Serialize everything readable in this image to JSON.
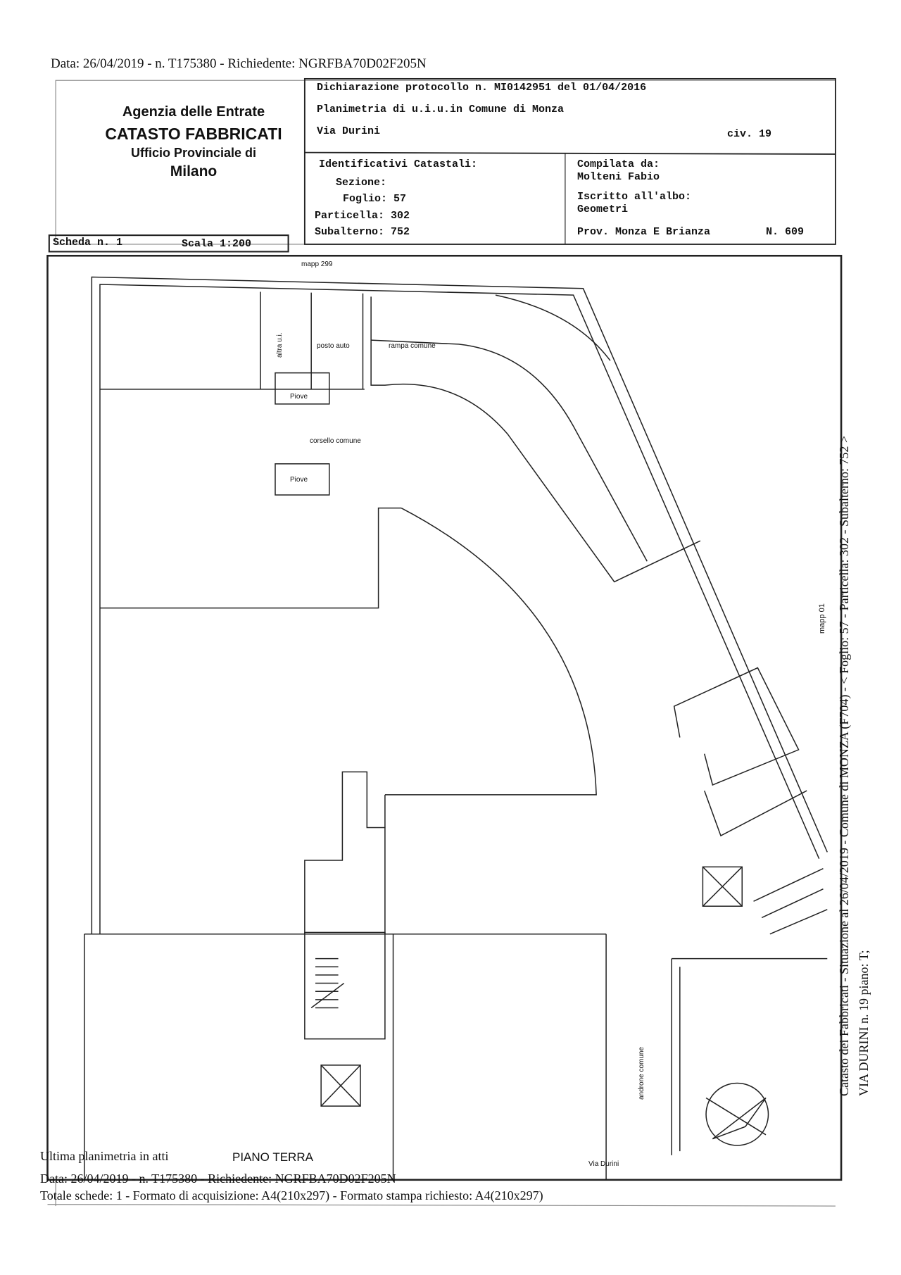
{
  "header_line": "Data: 26/04/2019 - n. T175380 - Richiedente: NGRFBA70D02F205N",
  "agency": {
    "l1": "Agenzia delle Entrate",
    "l2": "CATASTO FABBRICATI",
    "l3": "Ufficio Provinciale di",
    "l4": "Milano"
  },
  "declaration": {
    "protocol": "Dichiarazione protocollo n. MI0142951 del 01/04/2016",
    "plan": "Planimetria di u.i.u.in Comune di Monza",
    "street": "Via Durini",
    "civ": "civ. 19"
  },
  "ids": {
    "title": "Identificativi Catastali:",
    "sezione": "Sezione:",
    "foglio": "Foglio: 57",
    "particella": "Particella: 302",
    "subalterno": "Subalterno: 752"
  },
  "compiler": {
    "label": "Compilata da:",
    "name": "Molteni Fabio",
    "albo_label": "Iscritto all'albo:",
    "albo": "Geometri",
    "prov": "Prov. Monza E Brianza",
    "num": "N. 609"
  },
  "scheda": {
    "scheda": "Scheda n. 1",
    "scala": "Scala 1:200"
  },
  "plan_labels": {
    "mapp": "mapp 299",
    "altra": "altra u.i.",
    "posto": "posto auto",
    "rampa": "rampa comune",
    "piove1": "Piove",
    "piove2": "Piove",
    "corsello": "corsello comune",
    "androne": "androne comune",
    "piano": "PIANO TERRA",
    "via": "Via Durini",
    "mapp2": "mapp 01"
  },
  "side_text": {
    "l1": "Catasto dei Fabbricati - Situazione al 26/04/2019 - Comune di MONZA (F704) - < Foglio: 57 - Particella: 302 - Subalterno: 752 >",
    "l2": "VIA DURINI n. 19 piano: T;"
  },
  "footer": {
    "ultima": "Ultima planimetria in atti",
    "data": "Data: 26/04/2019 - n. T175380 - Richiedente: NGRFBA70D02F205N",
    "totale": "Totale schede: 1 - Formato di acquisizione: A4(210x297)  - Formato stampa richiesto: A4(210x297)"
  }
}
